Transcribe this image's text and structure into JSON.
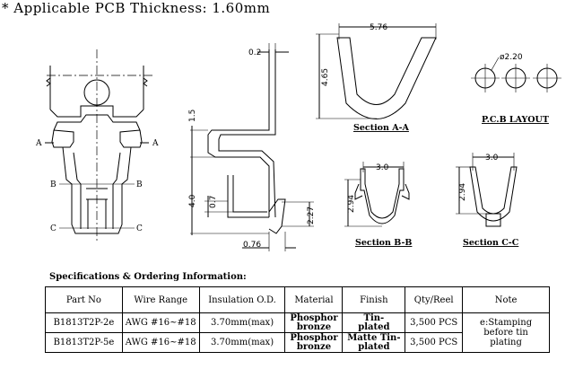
{
  "header": "* Applicable PCB Thickness: 1.60mm",
  "drawing": {
    "front_labels": {
      "a_left": "A",
      "a_right": "A",
      "b_left": "B",
      "b_right": "B",
      "c_left": "C",
      "c_right": "C"
    },
    "side_dims": {
      "top": "0.2",
      "upper": "1.5",
      "lower": "4.0",
      "mid": "0.7",
      "right": "2.27",
      "bottom": "0.76"
    },
    "section_aa": {
      "width": "5.76",
      "height": "4.65",
      "title": "Section A-A"
    },
    "pcb": {
      "hole": "ø2.20",
      "title": "P.C.B LAYOUT"
    },
    "section_bb": {
      "width": "3.0",
      "height": "2.94",
      "title": "Section B-B"
    },
    "section_cc": {
      "width": "3.0",
      "height": "2.94",
      "title": "Section C-C"
    }
  },
  "specs": {
    "title": "Specifications & Ordering Information:",
    "columns": [
      "Part No",
      "Wire Range",
      "Insulation O.D.",
      "Material",
      "Finish",
      "Qty/Reel",
      "Note"
    ],
    "rows": [
      {
        "part": "B1813T2P-2e",
        "wire": "AWG #16~#18",
        "insulation": "3.70mm(max)",
        "material_1": "Phosphor",
        "material_2": "bronze",
        "finish_1": "Tin-",
        "finish_2": "plated",
        "qty": "3,500 PCS"
      },
      {
        "part": "B1813T2P-5e",
        "wire": "AWG #16~#18",
        "insulation": "3.70mm(max)",
        "material_1": "Phosphor",
        "material_2": "bronze",
        "finish_1": "Matte Tin-",
        "finish_2": "plated",
        "qty": "3,500 PCS"
      }
    ],
    "note_1": "e:Stamping",
    "note_2": "before tin",
    "note_3": "plating"
  }
}
